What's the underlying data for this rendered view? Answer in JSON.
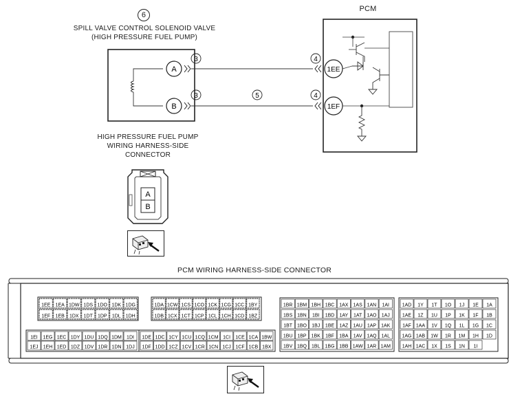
{
  "diagram": {
    "circuit_number": "6",
    "component_title_line1": "SPILL VALVE CONTROL SOLENOID VALVE",
    "component_title_line2": "(HIGH PRESSURE FUEL PUMP)",
    "pcm_label": "PCM",
    "terminal_a": "A",
    "terminal_b": "B",
    "pcm_terminal_1": "1EE",
    "pcm_terminal_2": "1EF",
    "wire_callout_3": "3",
    "wire_callout_4": "4",
    "wire_callout_5": "5",
    "harness_label_line1": "HIGH PRESSURE FUEL PUMP",
    "harness_label_line2": "WIRING HARNESS-SIDE",
    "harness_label_line3": "CONNECTOR",
    "pcm_connector_label": "PCM WIRING HARNESS-SIDE CONNECTOR"
  },
  "pump_connector_pins": [
    "A",
    "B"
  ],
  "pcm_connector": {
    "block1": {
      "row1": [
        "1EE",
        "1EA",
        "1DW",
        "1DS",
        "1DO",
        "1DK",
        "1DG"
      ],
      "row2": [
        "1EF",
        "1EB",
        "1DX",
        "1DT",
        "1DP",
        "1DL",
        "1DH"
      ]
    },
    "block2": {
      "row1": [
        "1DA",
        "1CW",
        "1CS",
        "1CO",
        "1CK",
        "1CG",
        "1CC",
        "1BY"
      ],
      "row2": [
        "1DB",
        "1CX",
        "1CT",
        "1CP",
        "1CL",
        "1CH",
        "1CD",
        "1BZ"
      ]
    },
    "block3": [
      [
        "1BR",
        "1BM",
        "1BH",
        "1BC",
        "1AX",
        "1AS",
        "1AN",
        "1AI"
      ],
      [
        "1BS",
        "1BN",
        "1BI",
        "1BD",
        "1AY",
        "1AT",
        "1AO",
        "1AJ"
      ],
      [
        "1BT",
        "1BO",
        "1BJ",
        "1BE",
        "1AZ",
        "1AU",
        "1AP",
        "1AK"
      ],
      [
        "1BU",
        "1BP",
        "1BK",
        "1BF",
        "1BA",
        "1AV",
        "1AQ",
        "1AL"
      ],
      [
        "1BV",
        "1BQ",
        "1BL",
        "1BG",
        "1BB",
        "1AW",
        "1AR",
        "1AM"
      ]
    ],
    "block4": {
      "row1": [
        "1EI",
        "1EG",
        "1EC",
        "1DY",
        "1DU",
        "1DQ",
        "1DM",
        "1DI"
      ],
      "row2": [
        "1EJ",
        "1EH",
        "1ED",
        "1DZ",
        "1DV",
        "1DR",
        "1DN",
        "1DJ"
      ]
    },
    "block5": {
      "row1": [
        "1DE",
        "1DC",
        "1CY",
        "1CU",
        "1CQ",
        "1CM",
        "1CI",
        "1CE",
        "1CA",
        "1BW"
      ],
      "row2": [
        "1DF",
        "1DD",
        "1CZ",
        "1CV",
        "1CR",
        "1CN",
        "1CJ",
        "1CF",
        "1CB",
        "1BX"
      ]
    },
    "block6": [
      [
        "1AD",
        "1Y",
        "1T",
        "1O",
        "1J",
        "1E",
        "1A"
      ],
      [
        "1AE",
        "1Z",
        "1U",
        "1P",
        "1K",
        "1F",
        "1B"
      ],
      [
        "1AF",
        "1AA",
        "1V",
        "1Q",
        "1L",
        "1G",
        "1C"
      ],
      [
        "1AG",
        "1AB",
        "1W",
        "1R",
        "1M",
        "1H",
        "1D"
      ],
      [
        "1AH",
        "1AC",
        "1X",
        "1S",
        "1N",
        "1I"
      ]
    ]
  }
}
